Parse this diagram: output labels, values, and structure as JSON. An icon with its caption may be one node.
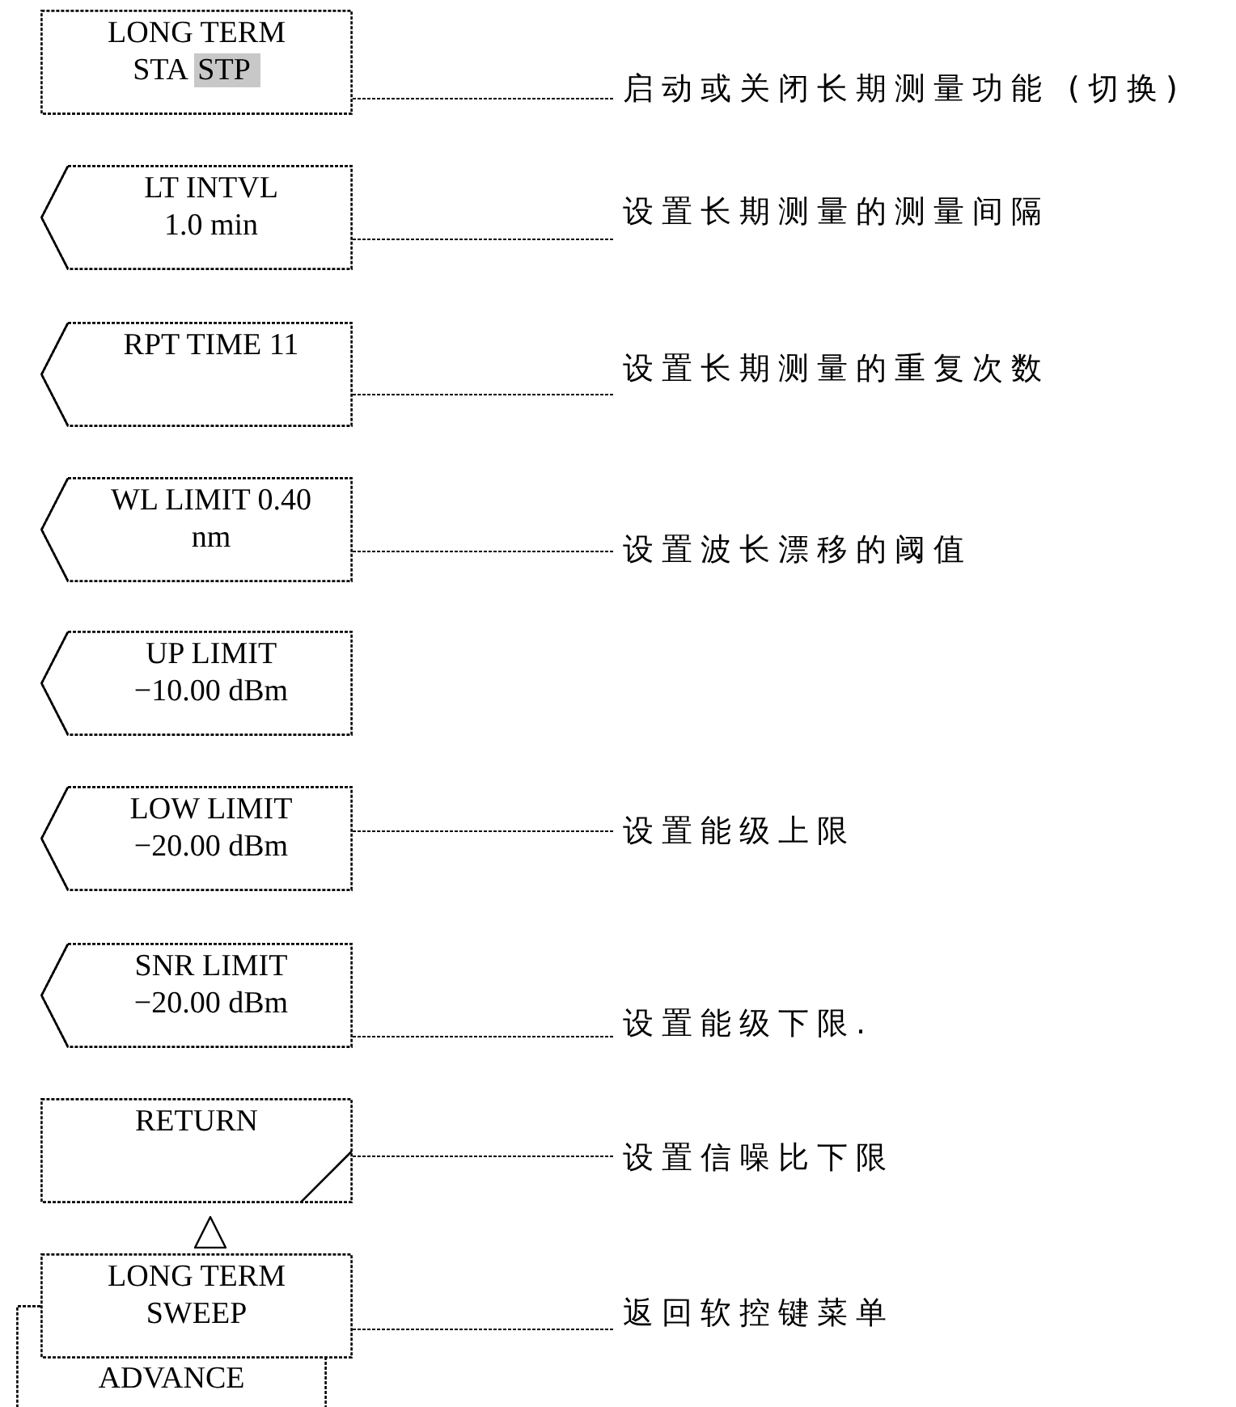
{
  "diagram": {
    "nodes": [
      {
        "text": [
          "LONG TERM",
          "STA",
          "STP"
        ]
      },
      {
        "text": [
          "LT INTVL 1.0 min"
        ]
      },
      {
        "text": [
          "RPT TIME 11"
        ]
      },
      {
        "text": [
          "WL LIMIT 0.40 nm"
        ]
      },
      {
        "text": [
          "UP LIMIT −10.00 dBm"
        ]
      },
      {
        "text": [
          "LOW LIMIT −20.00 dBm"
        ]
      },
      {
        "text": [
          "SNR LIMIT −20.00 dBm"
        ]
      },
      {
        "text": [
          "RETURN"
        ]
      },
      {
        "text": [
          "LONG TERM SWEEP"
        ]
      },
      {
        "text": [
          "ADVANCE"
        ]
      },
      {
        "text": [
          "启动或关闭长期测量功能 (切换)"
        ]
      },
      {
        "text": [
          "设置长期测量的测量间隔"
        ]
      },
      {
        "text": [
          "设置长期测量的重复次数"
        ]
      },
      {
        "text": [
          "设置波长漂移的阈值"
        ]
      },
      {
        "text": [
          "设置能级上限"
        ]
      },
      {
        "text": [
          "设置能级下限."
        ]
      },
      {
        "text": [
          "设置信噪比下限"
        ]
      },
      {
        "text": [
          "返回软控键菜单"
        ]
      }
    ],
    "edges": [
      {
        "from": 0,
        "to": 10,
        "arrow": "none",
        "style": "dashed"
      },
      {
        "from": 1,
        "to": 11,
        "arrow": "none",
        "style": "dashed"
      },
      {
        "from": 2,
        "to": 12,
        "arrow": "none",
        "style": "dashed"
      },
      {
        "from": 3,
        "to": 13,
        "arrow": "none",
        "style": "dashed"
      },
      {
        "from": 5,
        "to": 14,
        "arrow": "none",
        "style": "dashed"
      },
      {
        "from": 6,
        "to": 15,
        "arrow": "none",
        "style": "dashed"
      },
      {
        "from": 7,
        "to": 16,
        "arrow": "none",
        "style": "dashed"
      },
      {
        "from": 8,
        "to": 17,
        "arrow": "none",
        "style": "dashed"
      },
      {
        "from": 8,
        "to": 7,
        "arrow": "to"
      }
    ]
  }
}
